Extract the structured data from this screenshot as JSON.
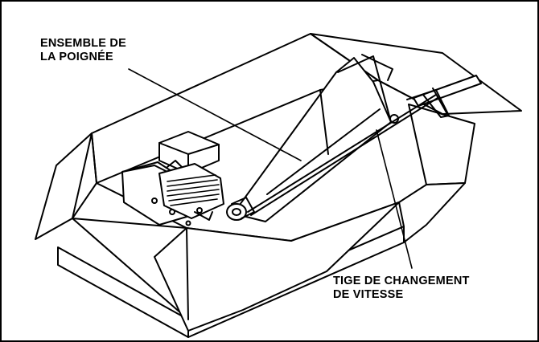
{
  "labels": {
    "handle_assembly": [
      "ENSEMBLE DE",
      "LA  POIGNÉE"
    ],
    "shift_rod": [
      "TIGE DE CHANGEMENT",
      "DE VITESSE"
    ]
  },
  "colors": {
    "ink": "#000000",
    "paper": "#ffffff"
  }
}
